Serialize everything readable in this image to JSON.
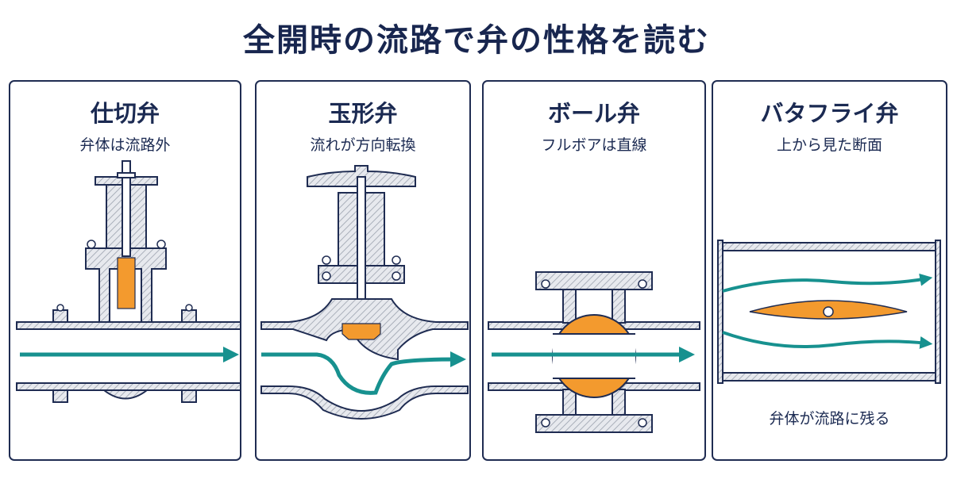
{
  "title": "全開時の流路で弁の性格を読む",
  "panels": [
    {
      "name": "仕切弁",
      "caption": "弁体は流路外"
    },
    {
      "name": "玉形弁",
      "caption": "流れが方向転換"
    },
    {
      "name": "ボール弁",
      "caption": "フルボアは直線"
    },
    {
      "name": "バタフライ弁",
      "caption": "上から見た断面",
      "note": "弁体が流路に残る"
    }
  ],
  "colors": {
    "outline": "#1f2c52",
    "hatch": "#9aa1ad",
    "disc": "#f39a2e",
    "flow": "#17918f"
  }
}
